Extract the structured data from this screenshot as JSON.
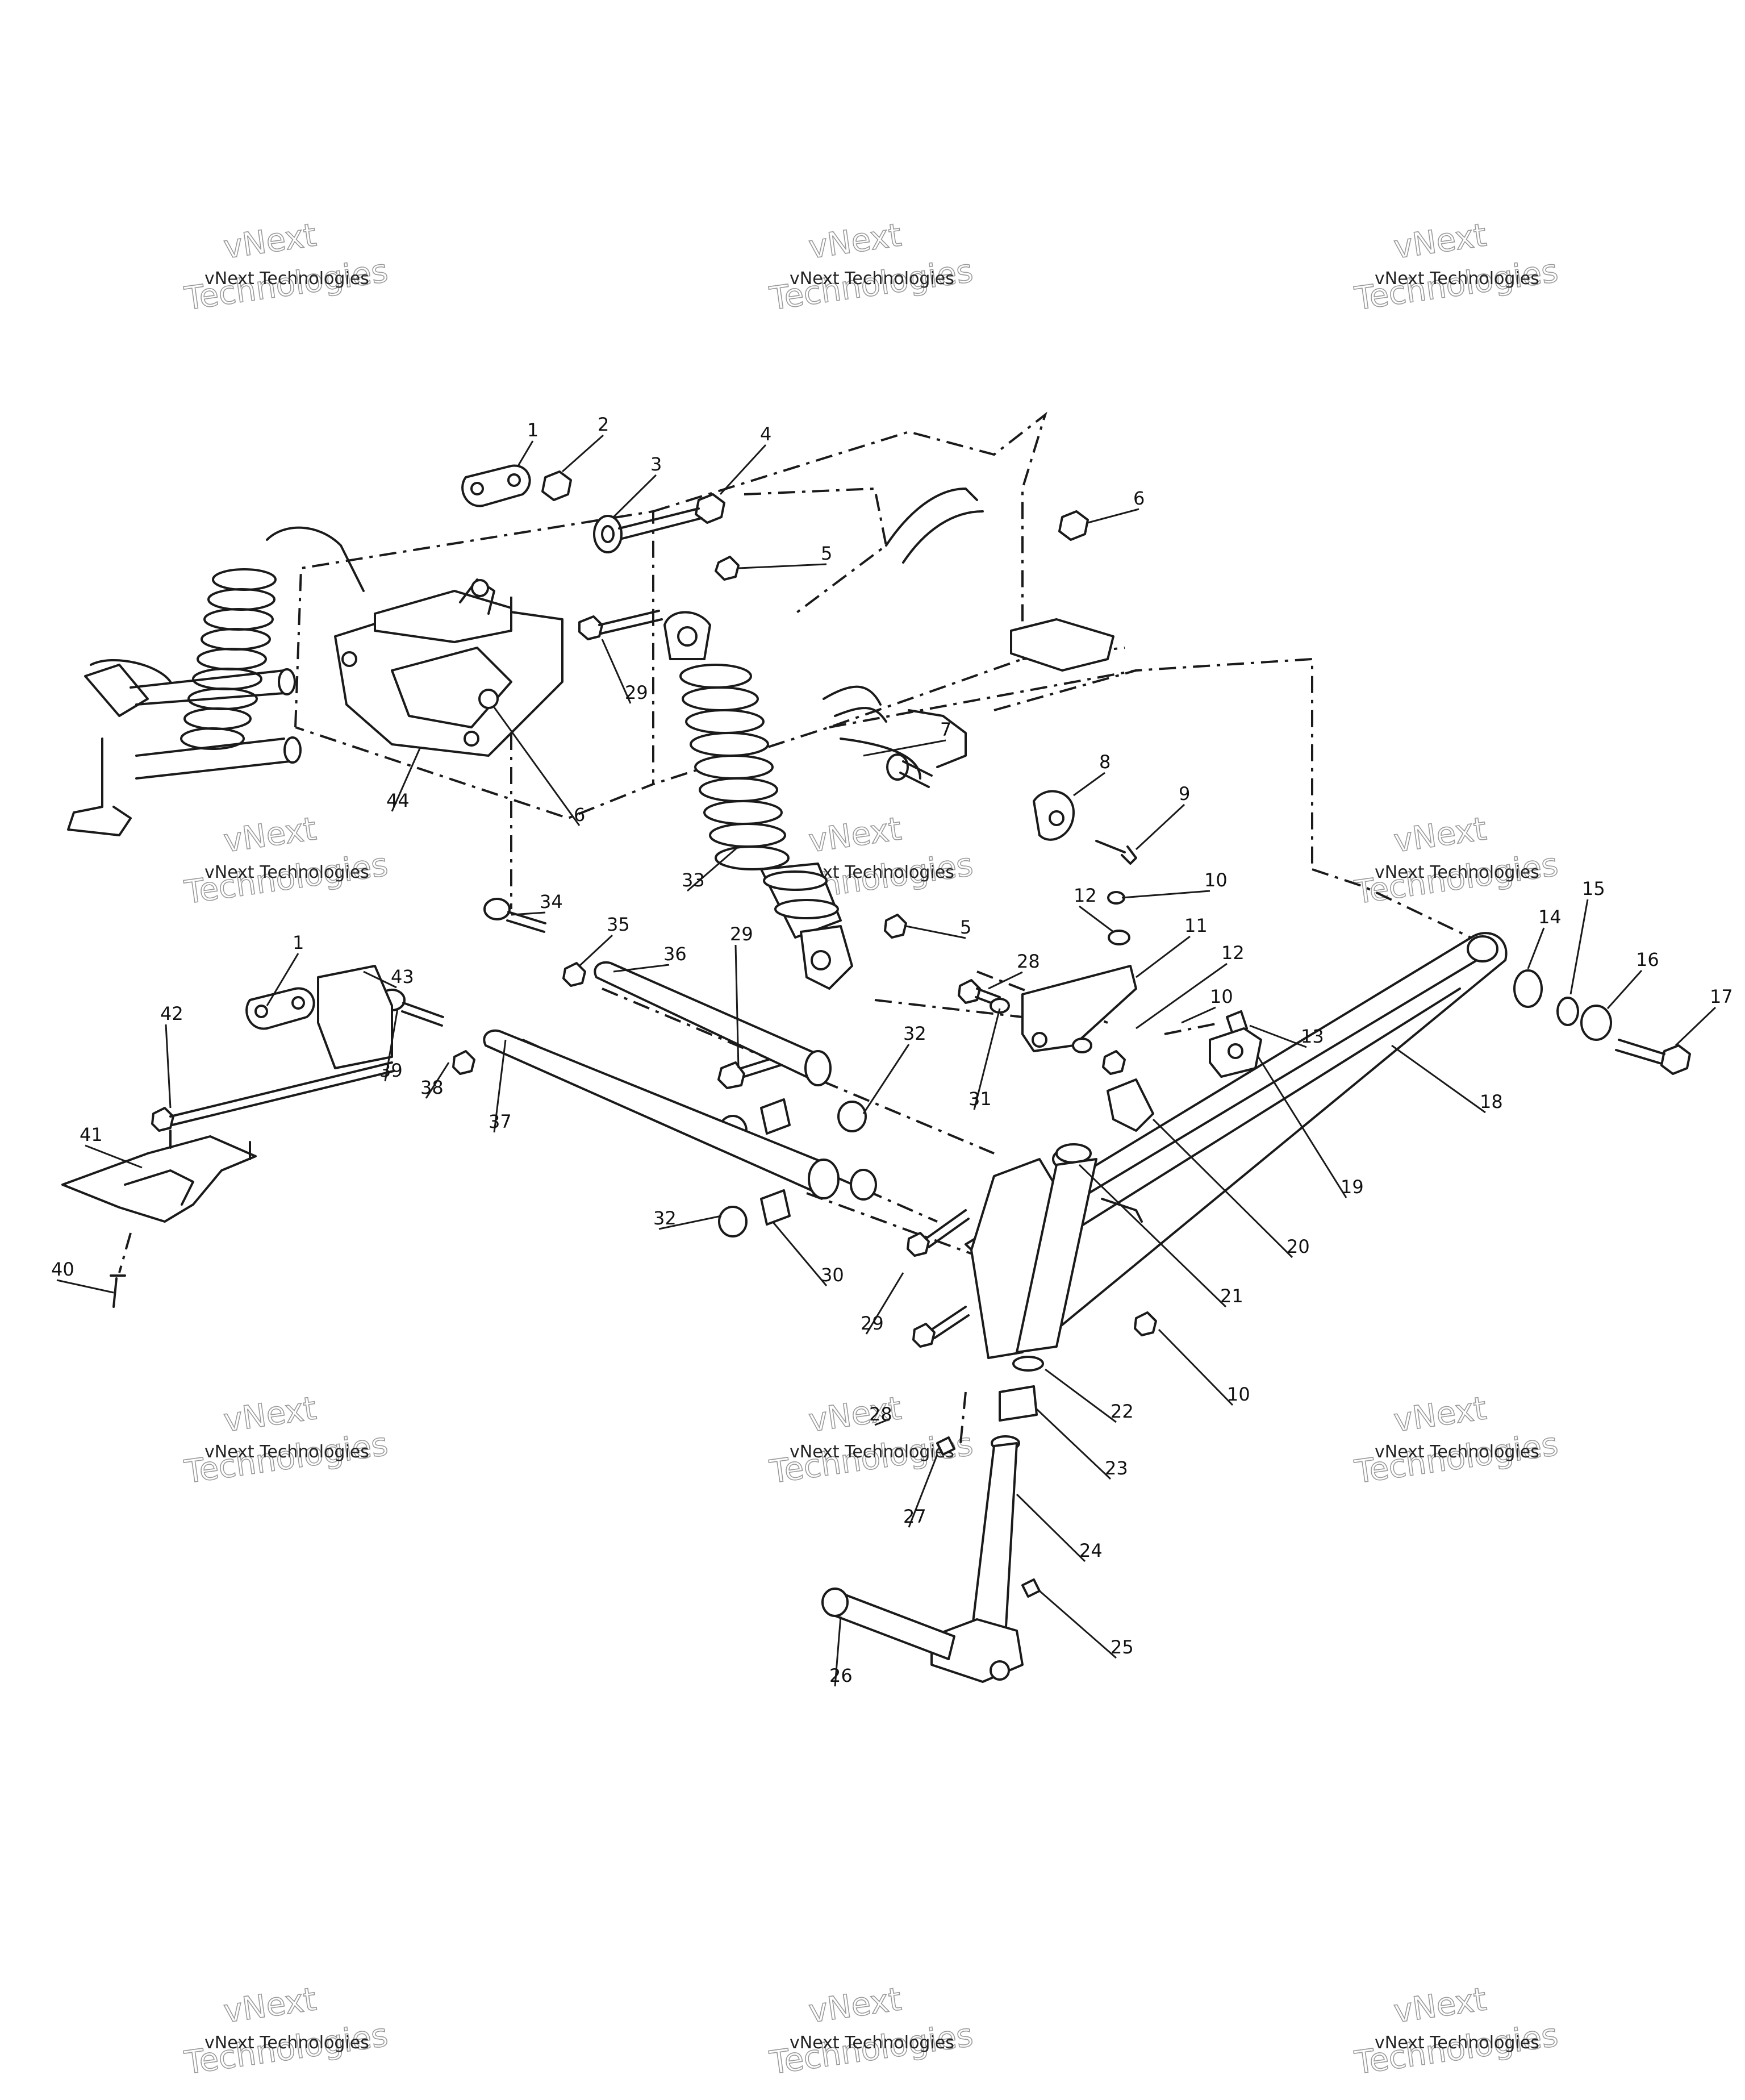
{
  "watermarks": [
    {
      "text": "vNext Technologies",
      "ghost_top": "vNext",
      "ghost_bottom": "Technologies"
    },
    {
      "text": "vNext Technologies",
      "ghost_top": "vNext",
      "ghost_bottom": "Technologies"
    },
    {
      "text": "vNext Technologies",
      "ghost_top": "vNext",
      "ghost_bottom": "Technologies"
    },
    {
      "text": "vNext Technologies",
      "ghost_top": "vNext",
      "ghost_bottom": "Technologies"
    },
    {
      "text": "vNext Technologies",
      "ghost_top": "vNext",
      "ghost_bottom": "Technologies"
    },
    {
      "text": "vNext Technologies",
      "ghost_top": "vNext",
      "ghost_bottom": "Technologies"
    },
    {
      "text": "vNext Technologies",
      "ghost_top": "vNext",
      "ghost_bottom": "Technologies"
    },
    {
      "text": "vNext Technologies",
      "ghost_top": "vNext",
      "ghost_bottom": "Technologies"
    },
    {
      "text": "vNext Technologies",
      "ghost_top": "vNext",
      "ghost_bottom": "Technologies"
    },
    {
      "text": "vNext Technologies",
      "ghost_top": "vNext",
      "ghost_bottom": "Technologies"
    },
    {
      "text": "vNext Technologies",
      "ghost_top": "vNext",
      "ghost_bottom": "Technologies"
    },
    {
      "text": "vNext Technologies",
      "ghost_top": "vNext",
      "ghost_bottom": "Technologies"
    }
  ],
  "callouts": [
    {
      "id": "c1a",
      "label": "1"
    },
    {
      "id": "c2",
      "label": "2"
    },
    {
      "id": "c3",
      "label": "3"
    },
    {
      "id": "c4",
      "label": "4"
    },
    {
      "id": "c5a",
      "label": "5"
    },
    {
      "id": "c6a",
      "label": "6"
    },
    {
      "id": "c29a",
      "label": "29"
    },
    {
      "id": "c44",
      "label": "44"
    },
    {
      "id": "c6b",
      "label": "6"
    },
    {
      "id": "c7",
      "label": "7"
    },
    {
      "id": "c8",
      "label": "8"
    },
    {
      "id": "c9",
      "label": "9"
    },
    {
      "id": "c33",
      "label": "33"
    },
    {
      "id": "c10a",
      "label": "10"
    },
    {
      "id": "c12a",
      "label": "12"
    },
    {
      "id": "c11",
      "label": "11"
    },
    {
      "id": "c12b",
      "label": "12"
    },
    {
      "id": "c10b",
      "label": "10"
    },
    {
      "id": "c13",
      "label": "13"
    },
    {
      "id": "c14",
      "label": "14"
    },
    {
      "id": "c15",
      "label": "15"
    },
    {
      "id": "c16",
      "label": "16"
    },
    {
      "id": "c17",
      "label": "17"
    },
    {
      "id": "c18",
      "label": "18"
    },
    {
      "id": "c19",
      "label": "19"
    },
    {
      "id": "c20",
      "label": "20"
    },
    {
      "id": "c21",
      "label": "21"
    },
    {
      "id": "c10c",
      "label": "10"
    },
    {
      "id": "c22",
      "label": "22"
    },
    {
      "id": "c23",
      "label": "23"
    },
    {
      "id": "c24",
      "label": "24"
    },
    {
      "id": "c25",
      "label": "25"
    },
    {
      "id": "c26",
      "label": "26"
    },
    {
      "id": "c27",
      "label": "27"
    },
    {
      "id": "c28b",
      "label": "28"
    },
    {
      "id": "c29c",
      "label": "29"
    },
    {
      "id": "c30",
      "label": "30"
    },
    {
      "id": "c32a",
      "label": "32"
    },
    {
      "id": "c32b",
      "label": "32"
    },
    {
      "id": "c31",
      "label": "31"
    },
    {
      "id": "c28a",
      "label": "28"
    },
    {
      "id": "c29b",
      "label": "29"
    },
    {
      "id": "c5b",
      "label": "5"
    },
    {
      "id": "c34",
      "label": "34"
    },
    {
      "id": "c35",
      "label": "35"
    },
    {
      "id": "c36",
      "label": "36"
    },
    {
      "id": "c37",
      "label": "37"
    },
    {
      "id": "c38",
      "label": "38"
    },
    {
      "id": "c39",
      "label": "39"
    },
    {
      "id": "c43",
      "label": "43"
    },
    {
      "id": "c1b",
      "label": "1"
    },
    {
      "id": "c42",
      "label": "42"
    },
    {
      "id": "c41",
      "label": "41"
    },
    {
      "id": "c40",
      "label": "40"
    }
  ]
}
